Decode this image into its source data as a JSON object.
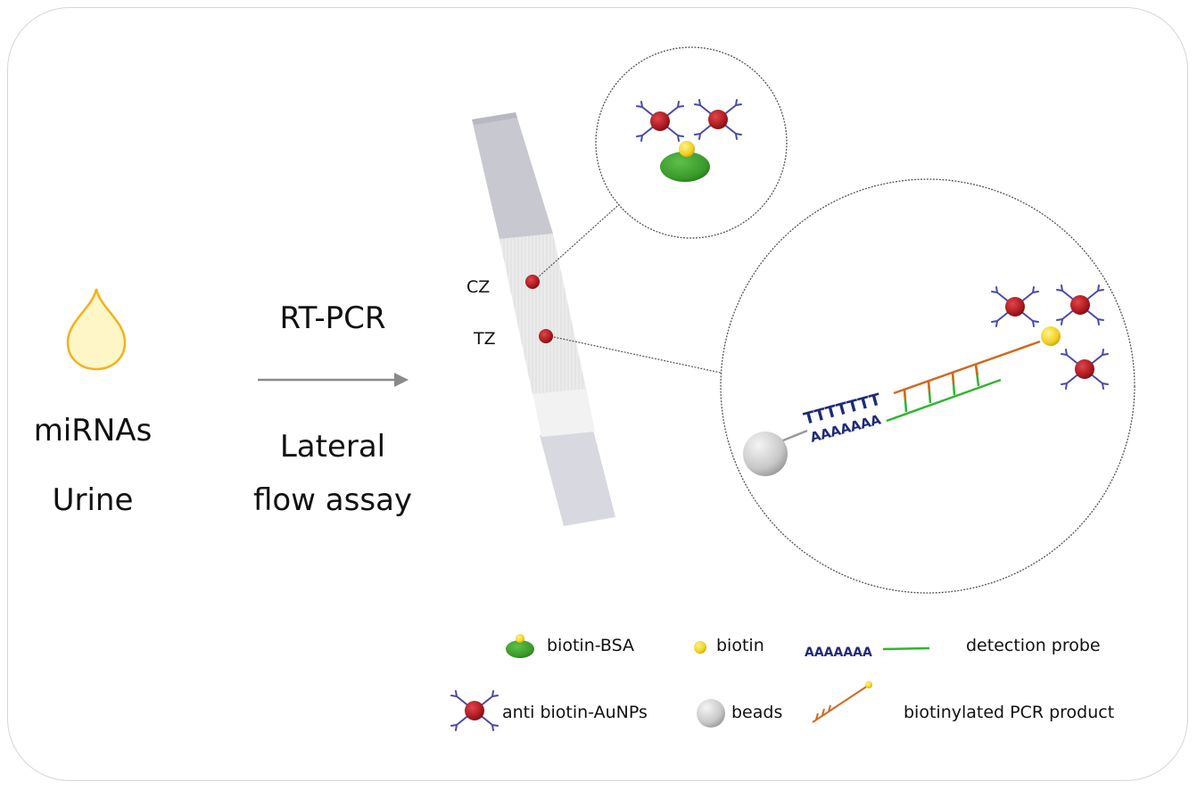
{
  "sample": {
    "line1": "miRNAs",
    "line2": "Urine"
  },
  "process": {
    "top_label": "RT-PCR",
    "bottom_line1": "Lateral",
    "bottom_line2": "flow assay"
  },
  "strip": {
    "control_zone_label": "CZ",
    "test_zone_label": "TZ"
  },
  "detail": {
    "poly_t": "TTTTTTT",
    "poly_a": "AAAAAAA"
  },
  "legend": {
    "items": [
      {
        "icon": "biotin-bsa-icon",
        "label": "biotin-BSA"
      },
      {
        "icon": "biotin-icon",
        "label": "biotin"
      },
      {
        "icon": "detection-probe-icon",
        "label": "detection probe",
        "seq": "AAAAAAA"
      },
      {
        "icon": "anti-biotin-aunp-icon",
        "label": "anti biotin-AuNPs"
      },
      {
        "icon": "bead-icon",
        "label": "beads"
      },
      {
        "icon": "biotinylated-pcr-product-icon",
        "label": "biotinylated PCR product"
      }
    ]
  },
  "colors": {
    "droplet_fill": "#fff6c8",
    "droplet_stroke": "#f2b21a",
    "aunp": "#b31f24",
    "antibody": "#4a4aa8",
    "biotin": "#f0d020",
    "bsa": "#3a9a2a",
    "pcr_strand": "#d2691e",
    "probe_strand": "#2fb52f",
    "bead": "#c8c8c8",
    "arrow": "#8a8a8a"
  }
}
